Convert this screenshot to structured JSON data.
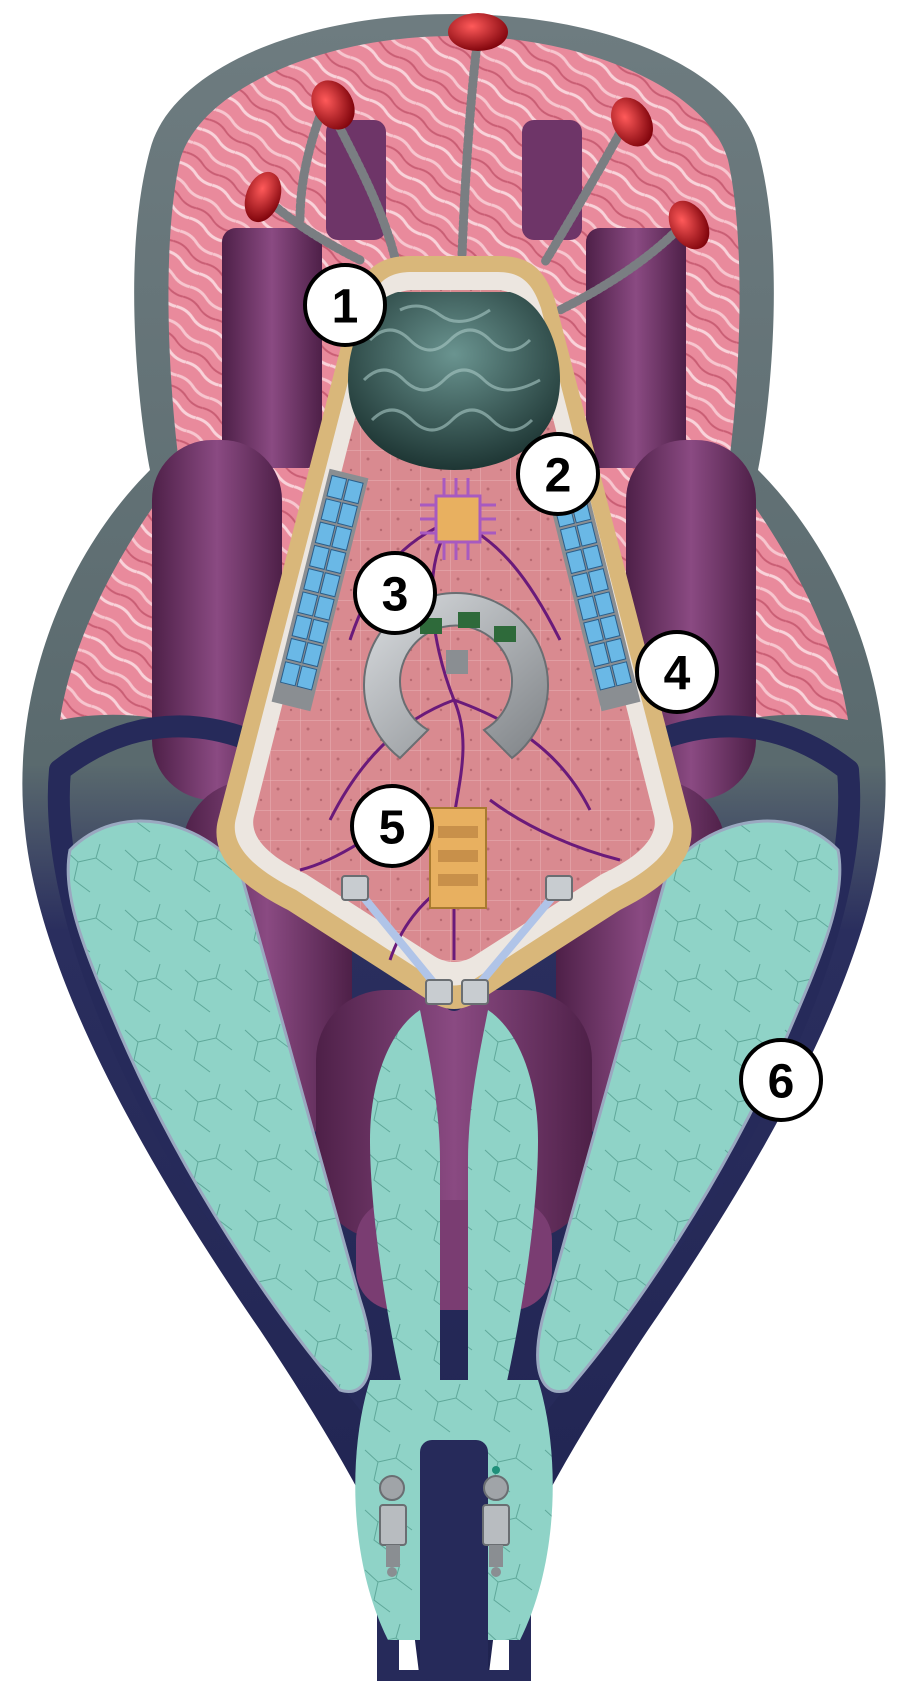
{
  "callouts": [
    {
      "number": "1"
    },
    {
      "number": "2"
    },
    {
      "number": "3"
    },
    {
      "number": "4"
    },
    {
      "number": "5"
    },
    {
      "number": "6"
    }
  ],
  "palette": {
    "shell_outer": "#5a6a6e",
    "shell_dark": "#2a2e5e",
    "muscle_pink": "#e98a9c",
    "muscle_light": "#f7c6cf",
    "organ_purple": "#6e3568",
    "organ_purple_light": "#9a5a92",
    "bone_teal": "#8fd3c7",
    "core_pink": "#d98a90",
    "core_rim_tan": "#d9b77a",
    "core_rim_white": "#ece6e0",
    "brain_teal": "#3e6663",
    "sensor_red": "#c0121a",
    "panel_blue": "#6ab8e6",
    "vein_purple": "#6a1a7a",
    "chip_gold": "#e8b060",
    "ring_grey": "#9a9ea2",
    "callout_fill": "#ffffff",
    "callout_stroke": "#000000"
  },
  "icons": {
    "sensor": "red-sensor-nodule-icon",
    "brain": "brain-icon",
    "chip": "processor-chip-icon",
    "panel": "solar-panel-icon",
    "ring": "horseshoe-ring-icon",
    "ladder": "ladder-module-icon",
    "clamp": "clamp-fitting-icon",
    "device": "hydraulic-device-icon"
  }
}
